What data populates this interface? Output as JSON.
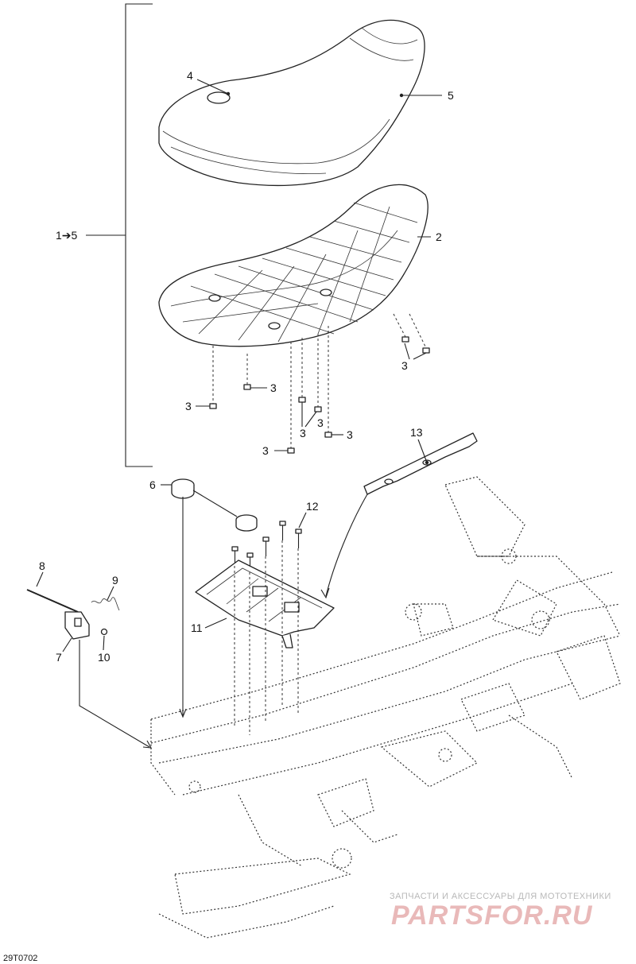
{
  "diagram": {
    "callouts": {
      "c1": "4",
      "c2": "5",
      "c3": "1➔5",
      "c4": "2",
      "c5": "3",
      "c6": "3",
      "c7": "3",
      "c8": "3",
      "c9": "3",
      "c10": "3",
      "c11": "3",
      "c12": "13",
      "c13": "6",
      "c14": "12",
      "c15": "8",
      "c16": "9",
      "c17": "11",
      "c18": "7",
      "c19": "10"
    },
    "illustration_code": "29T0702"
  },
  "watermark": {
    "top_text": "ЗАПЧАСТИ И АКСЕССУАРЫ ДЛЯ МОТОТЕХНИКИ",
    "main_text": "PARTSFOR.RU"
  }
}
